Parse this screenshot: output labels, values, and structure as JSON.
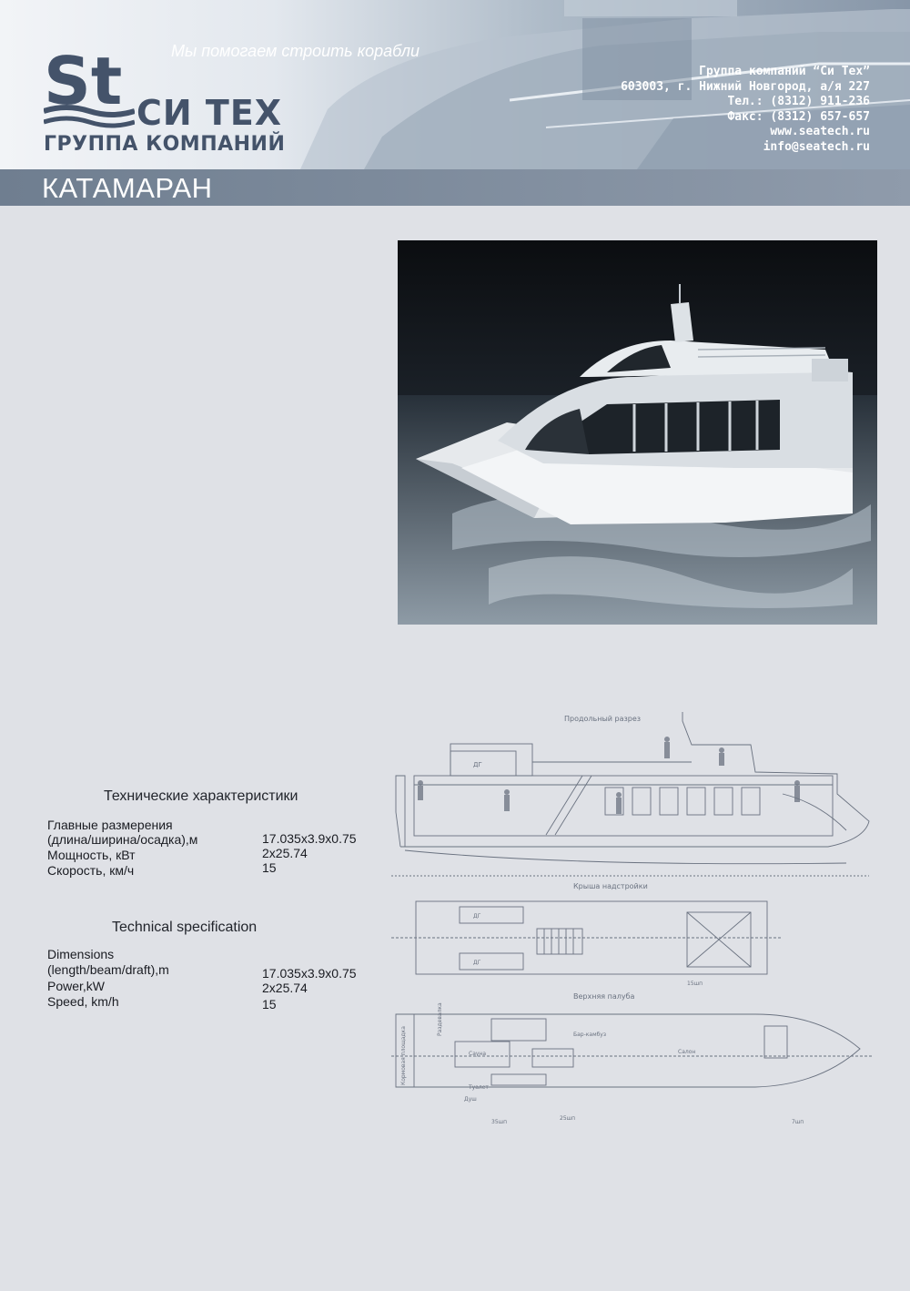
{
  "header": {
    "tagline": "Мы помогаем строить корабли",
    "logo": {
      "mark": "St",
      "name": "СИ ТЕХ",
      "group": "ГРУППА КОМПАНИЙ"
    },
    "contacts": {
      "company": "Группа компаний “Си Тех”",
      "address": "603003, г. Нижний Новгород, а/я 227",
      "phone": "Тел.: (8312) 911-236",
      "fax": "Факс: (8312) 657-657",
      "web": "www.seatech.ru",
      "email": "info@seatech.ru"
    },
    "colors": {
      "brand": "#44536a",
      "title_bar": "#7a8899"
    }
  },
  "title": "КАТАМАРАН",
  "spec_ru": {
    "heading": "Технические характеристики",
    "dimensions_label_1": "Главные размерения",
    "dimensions_label_2": "(длина/ширина/осадка),м",
    "dimensions_value": "17.035x3.9x0.75",
    "power_label": "Мощность, кВт",
    "power_value": "2x25.74",
    "speed_label": "Скорость, км/ч",
    "speed_value": "15"
  },
  "spec_en": {
    "heading": "Technical specification",
    "dimensions_label_1": "Dimensions",
    "dimensions_label_2": "(length/beam/draft),m",
    "dimensions_value": "17.035x3.9x0.75",
    "power_label": "Power,kW",
    "power_value": "2x25.74",
    "speed_label": "Speed, km/h",
    "speed_value": "15"
  },
  "drawing": {
    "section_label": "Продольный разрез",
    "roof_label": "Крыша надстройки",
    "deck_label": "Верхняя палуба",
    "room_labels": {
      "sauna": "Сауна",
      "toilet": "Туалет",
      "shower": "Душ",
      "salon": "Салон",
      "bar": "Бар-камбуз",
      "stern_platform": "Кормовая площадка",
      "locker": "Раздевалка",
      "dg": "ДГ",
      "frame_15": "15шп",
      "frame_25": "25шп",
      "frame_35": "35шп",
      "frame_7": "7шп"
    }
  }
}
